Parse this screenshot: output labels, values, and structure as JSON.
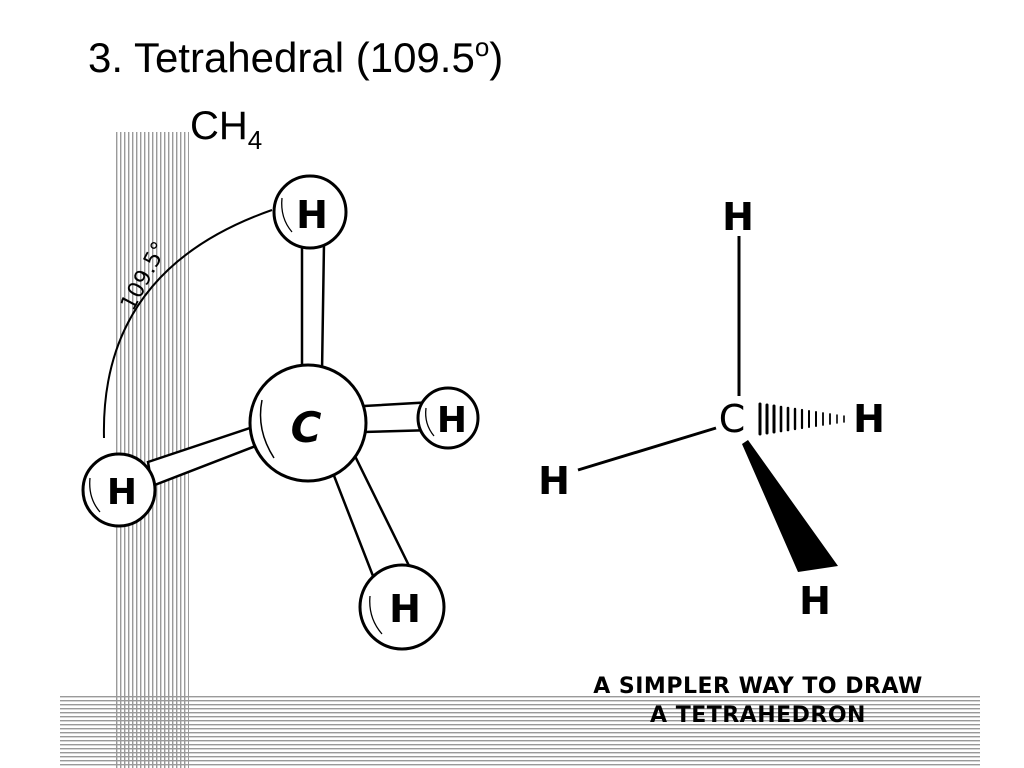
{
  "slide": {
    "title": {
      "prefix": "3.  Tetrahedral (109.5",
      "sup": "o",
      "suffix": ")"
    },
    "formula": {
      "base": "CH",
      "subscript": "4"
    },
    "angle_label": "109.5°",
    "ball_model": {
      "center_atom": "C",
      "hydrogen_label": "H"
    },
    "simple_model": {
      "center_atom": "C",
      "hydrogen_label": "H"
    },
    "caption": {
      "line1": "A SIMPLER WAY TO DRAW",
      "line2": "A TETRAHEDRON"
    }
  }
}
